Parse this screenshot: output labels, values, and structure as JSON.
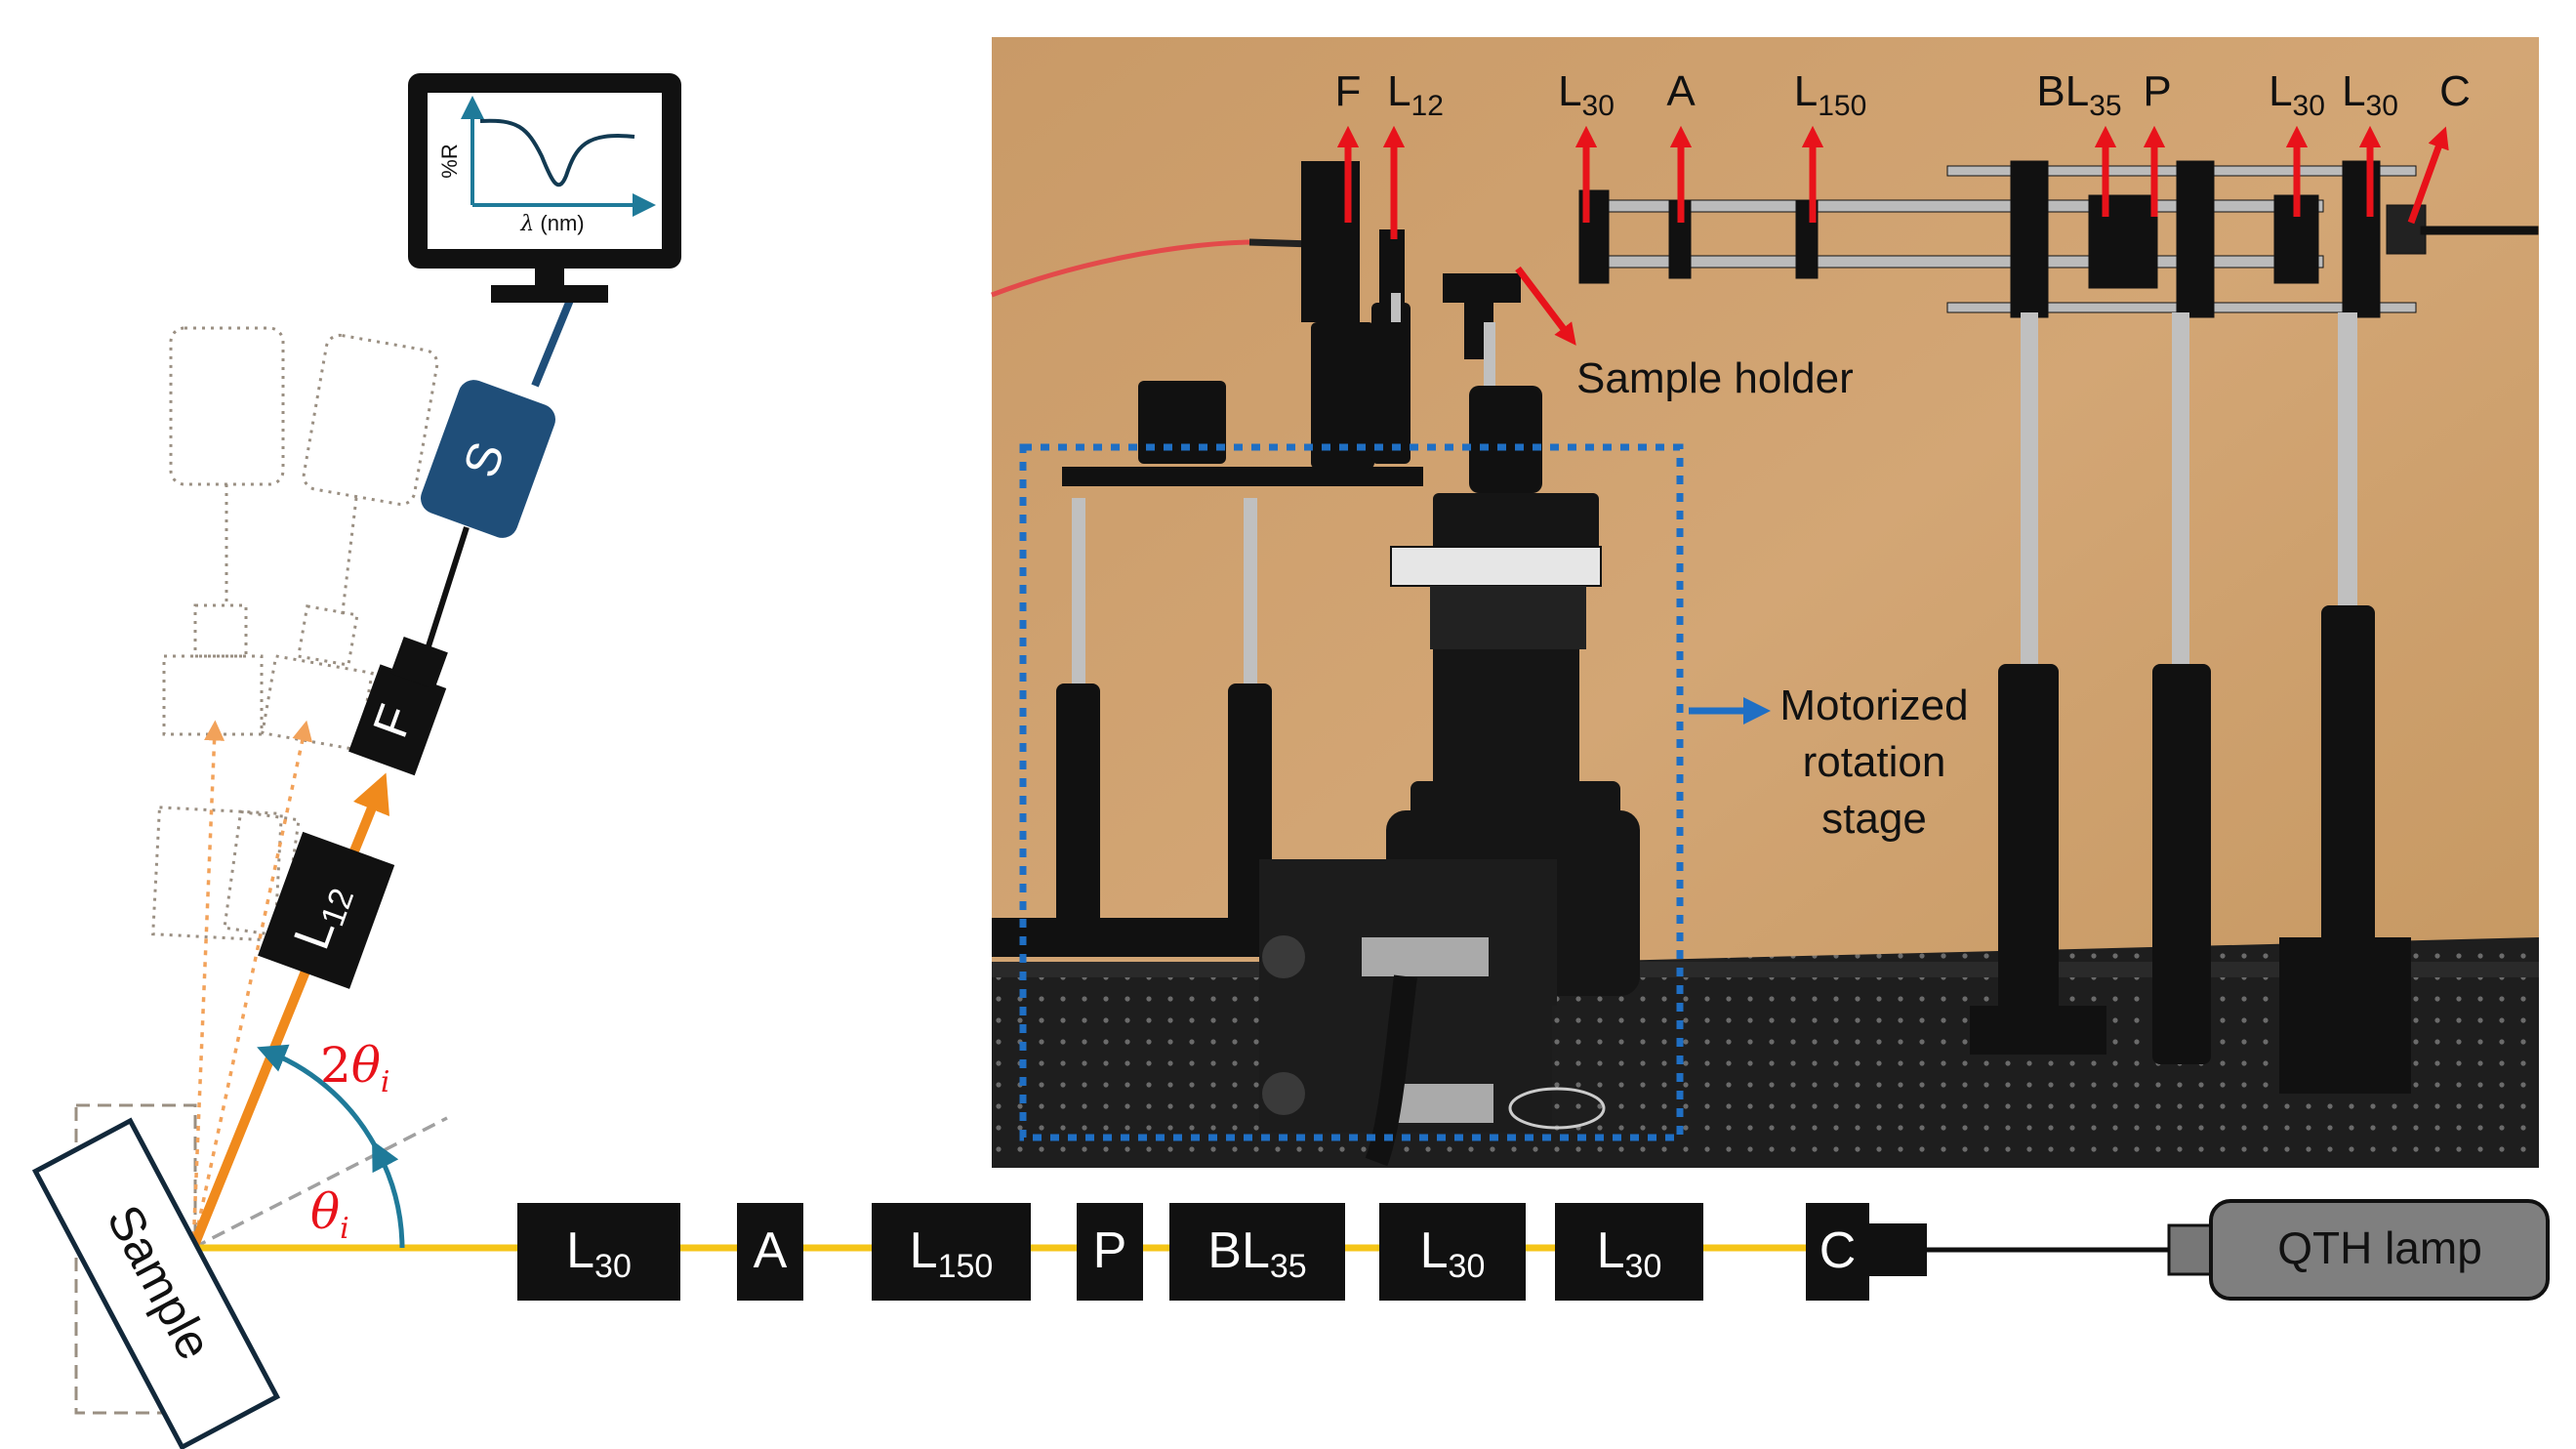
{
  "monitor": {
    "y_label": "%R",
    "x_label_symbol": "λ",
    "x_label_unit": "(nm)"
  },
  "components": {
    "spectrometer": "S",
    "filter": "F",
    "lens_12": {
      "main": "L",
      "sub": "12"
    },
    "sample": "Sample",
    "angle_theta": {
      "main": "θ",
      "sub": "i"
    },
    "angle_2theta": {
      "pre": "2",
      "main": "θ",
      "sub": "i"
    },
    "lamp": "QTH lamp"
  },
  "rail_boxes": [
    {
      "main": "L",
      "sub": "30"
    },
    {
      "main": "A",
      "sub": ""
    },
    {
      "main": "L",
      "sub": "150"
    },
    {
      "main": "P",
      "sub": ""
    },
    {
      "main": "BL",
      "sub": "35"
    },
    {
      "main": "L",
      "sub": "30"
    },
    {
      "main": "L",
      "sub": "30"
    },
    {
      "main": "C",
      "sub": ""
    }
  ],
  "photo": {
    "top_labels": [
      {
        "main": "F",
        "sub": ""
      },
      {
        "main": "L",
        "sub": "12"
      },
      {
        "main": "L",
        "sub": "30"
      },
      {
        "main": "A",
        "sub": ""
      },
      {
        "main": "L",
        "sub": "150"
      },
      {
        "main": "BL",
        "sub": "35"
      },
      {
        "main": "P",
        "sub": ""
      },
      {
        "main": "L",
        "sub": "30"
      },
      {
        "main": "L",
        "sub": "30"
      },
      {
        "main": "C",
        "sub": ""
      }
    ],
    "sample_holder_label": "Sample holder",
    "stage_label_lines": [
      "Motorized",
      "rotation",
      "stage"
    ]
  },
  "colors": {
    "beam": "#f5c518",
    "reflected_beam": "#f08a1c",
    "spectrometer_fill": "#1f4e79",
    "arrow_red": "#e8121a",
    "stage_box": "#1f6fc4",
    "angle_text": "#e8121a",
    "angle_arc": "#1f7a99",
    "monitor_curve": "#123a52",
    "axis_teal": "#1f7a99"
  }
}
